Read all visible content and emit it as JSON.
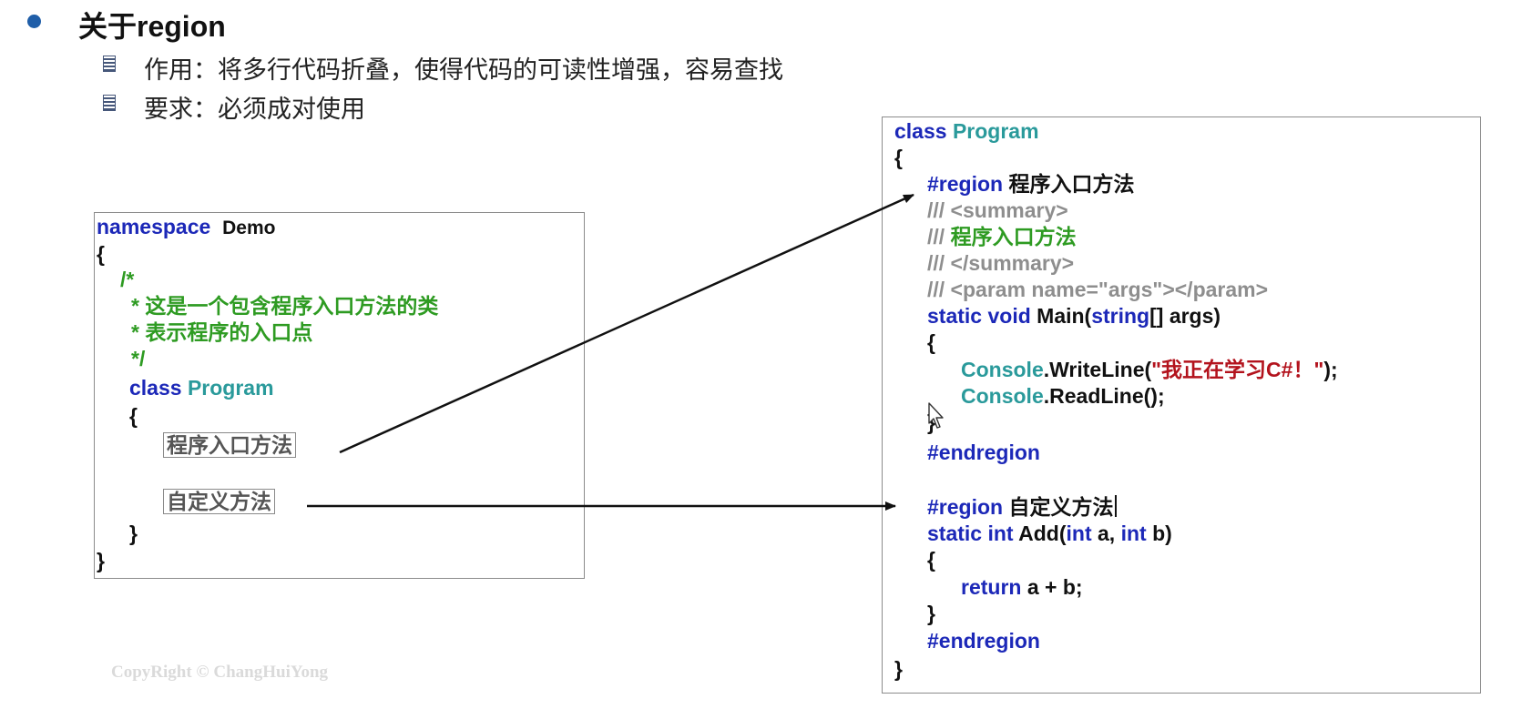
{
  "title": "关于region",
  "bullets": [
    "作用：将多行代码折叠，使得代码的可读性增强，容易查找",
    "要求：必须成对使用"
  ],
  "left_code": {
    "namespace_kw": "namespace",
    "namespace_name": "Demo",
    "open_brace": "{",
    "comment_open": "/*",
    "comment_line1": "* 这是一个包含程序入口方法的类",
    "comment_line2": "* 表示程序的入口点",
    "comment_close": "*/",
    "class_kw": "class",
    "class_name": "Program",
    "inner_open": "{",
    "fold1": "程序入口方法",
    "fold2": "自定义方法",
    "inner_close": "}",
    "close_brace": "}"
  },
  "right_code": {
    "class_kw": "class",
    "class_name": "Program",
    "open_brace": "{",
    "region1_kw": "#region",
    "region1_name": "程序入口方法",
    "doc1": "/// <summary>",
    "doc2_prefix": "///",
    "doc2_text": "程序入口方法",
    "doc3": "/// </summary>",
    "doc4": "/// <param name=\"args\"></param>",
    "main_static": "static",
    "main_void": "void",
    "main_name": "Main(",
    "main_string": "string",
    "main_rest": "[] args)",
    "main_open": "{",
    "console1_type": "Console",
    "console1_call": ".WriteLine(",
    "console1_str": "\"我正在学习C#！\"",
    "console1_end": ");",
    "console2_type": "Console",
    "console2_call": ".ReadLine();",
    "main_close": "}",
    "endregion1": "#endregion",
    "region2_kw": "#region",
    "region2_name": "自定义方法",
    "add_static": "static",
    "add_int": "int",
    "add_name": "Add(",
    "add_int_a": "int",
    "add_a": "a,",
    "add_int_b": "int",
    "add_b": "b)",
    "add_open": "{",
    "return_kw": "return",
    "return_expr": "a + b;",
    "add_close": "}",
    "endregion2": "#endregion",
    "close_brace": "}"
  },
  "copyright": "CopyRight © ChangHuiYong"
}
